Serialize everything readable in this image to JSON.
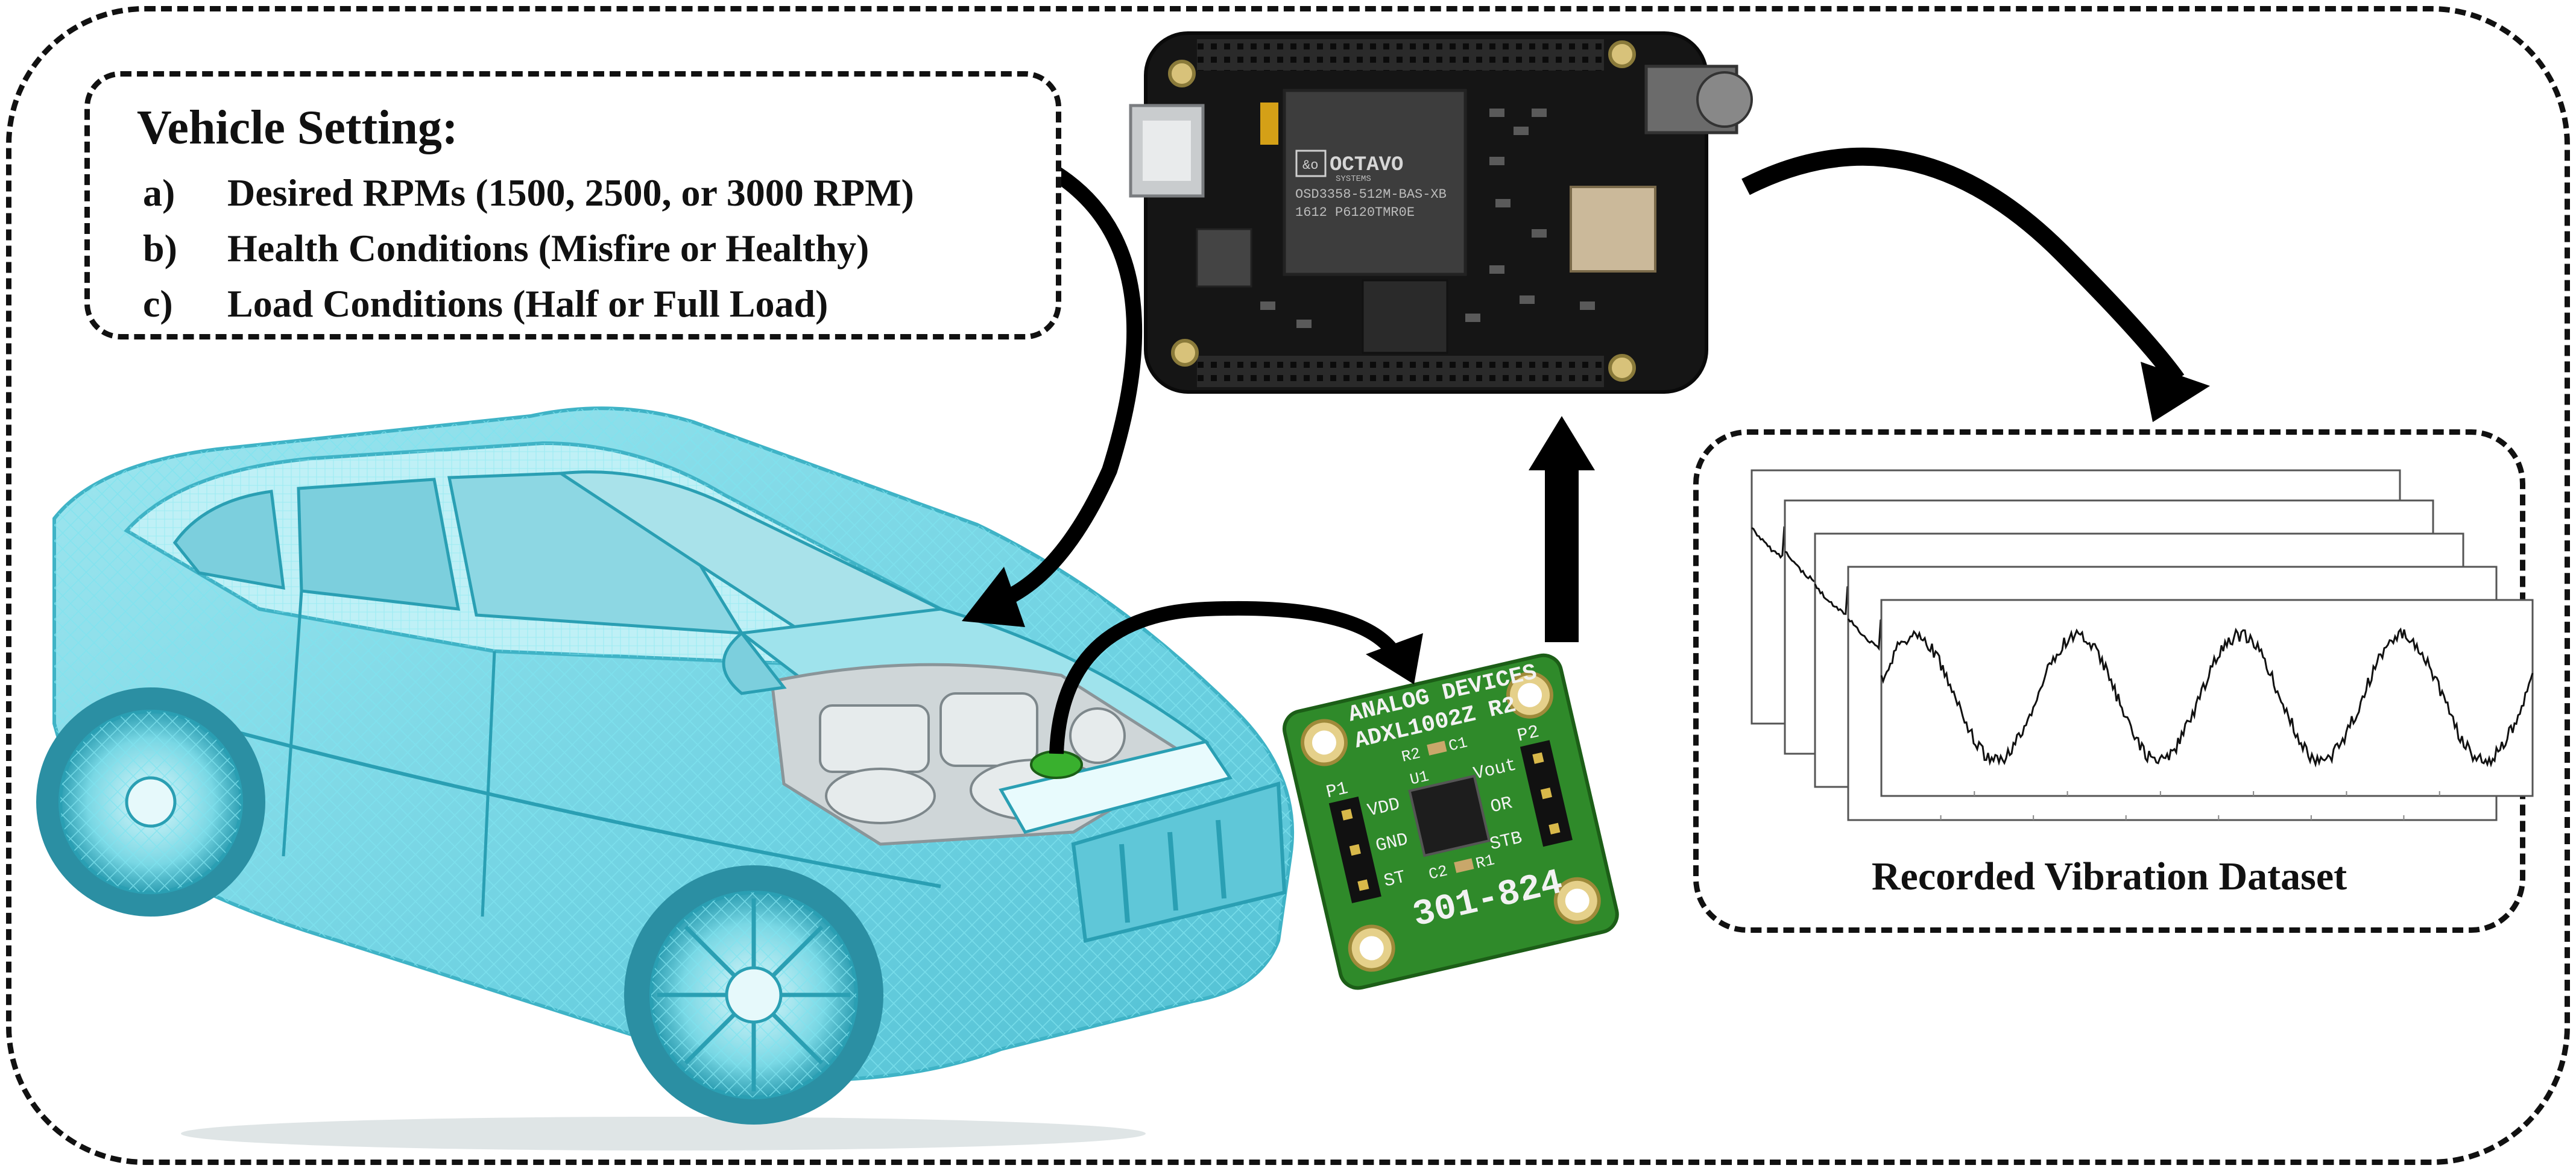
{
  "settings": {
    "title": "Vehicle Setting:",
    "items": [
      {
        "letter": "a)",
        "text": "Desired RPMs (1500, 2500, or 3000 RPM)"
      },
      {
        "letter": "b)",
        "text": "Health Conditions (Misfire or Healthy)"
      },
      {
        "letter": "c)",
        "text": "Load Conditions (Half or Full Load)"
      }
    ]
  },
  "board": {
    "chip_brand": "OCTAVO",
    "chip_brand_sub": "SYSTEMS",
    "chip_part": "OSD3358-512M-BAS-XB",
    "chip_code": "1612 P6120TMR0E"
  },
  "sensor": {
    "title_line1": "ANALOG DEVICES",
    "title_line2": "ADXL1002Z R2",
    "part_number": "301-824",
    "pin_labels": [
      "VDD",
      "GND",
      "ST",
      "Vout",
      "OR",
      "STB"
    ],
    "component_labels": [
      "R2",
      "C1",
      "U1",
      "C2",
      "R1",
      "P1",
      "P2"
    ]
  },
  "dataset": {
    "label": "Recorded Vibration Dataset"
  },
  "colors": {
    "wireframe_car": "#5fd8e8",
    "sensor_pcb": "#2f8a2a",
    "board_pcb": "#1a1a1a",
    "mount_point": "#39b02e"
  }
}
